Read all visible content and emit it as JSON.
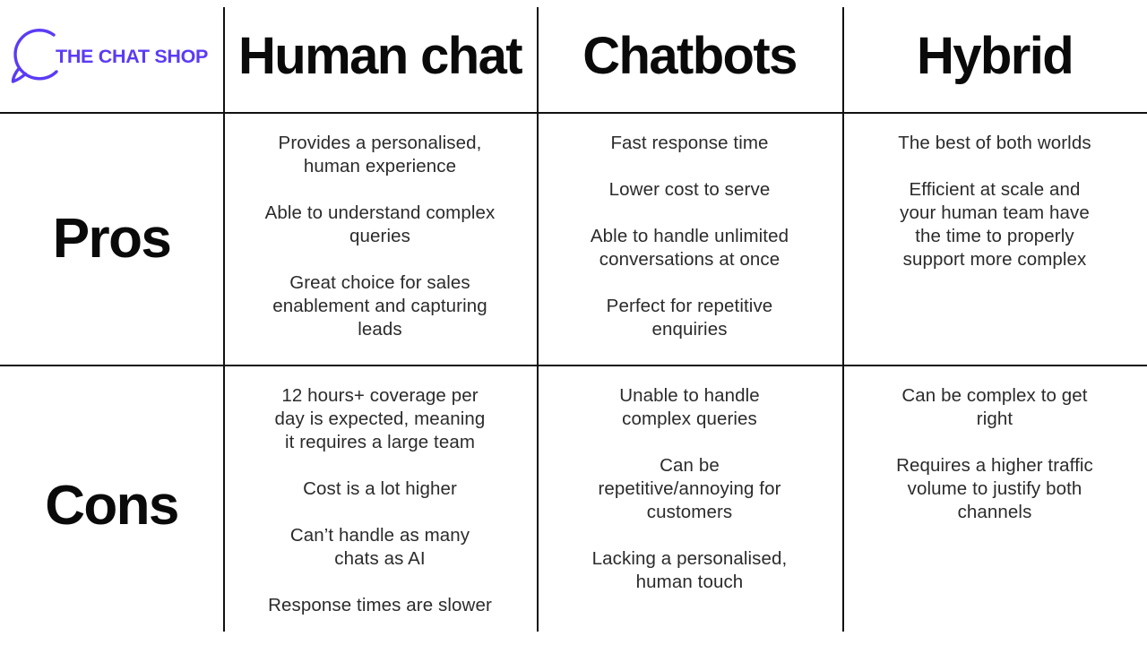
{
  "brand": {
    "logo_text": "THE CHAT SHOP",
    "logo_icon": "speech-bubble-icon",
    "accent_color": "#5B3BF5"
  },
  "table": {
    "column_headers": [
      "Human chat",
      "Chatbots",
      "Hybrid"
    ],
    "row_labels": [
      "Pros",
      "Cons"
    ],
    "rows": [
      {
        "label": "Pros",
        "cells": [
          [
            "Provides a personalised,\nhuman experience",
            "Able to understand complex\nqueries",
            "Great choice for sales\nenablement and capturing\nleads"
          ],
          [
            "Fast response time",
            "Lower cost to serve",
            "Able to handle unlimited\nconversations at once",
            "Perfect for repetitive\nenquiries"
          ],
          [
            "The best of both worlds",
            "Efficient at scale and\nyour human team have\nthe time to properly\nsupport more complex"
          ]
        ]
      },
      {
        "label": "Cons",
        "cells": [
          [
            "12 hours+ coverage per\nday is expected, meaning\nit requires a large team",
            "Cost is a lot higher",
            "Can’t handle as many\nchats as AI",
            "Response times are slower"
          ],
          [
            "Unable to handle\ncomplex queries",
            "Can be\nrepetitive/annoying for\ncustomers",
            "Lacking a personalised,\nhuman touch"
          ],
          [
            "Can be complex to get\nright",
            "Requires a higher traffic\nvolume to justify both\nchannels"
          ]
        ]
      }
    ]
  }
}
